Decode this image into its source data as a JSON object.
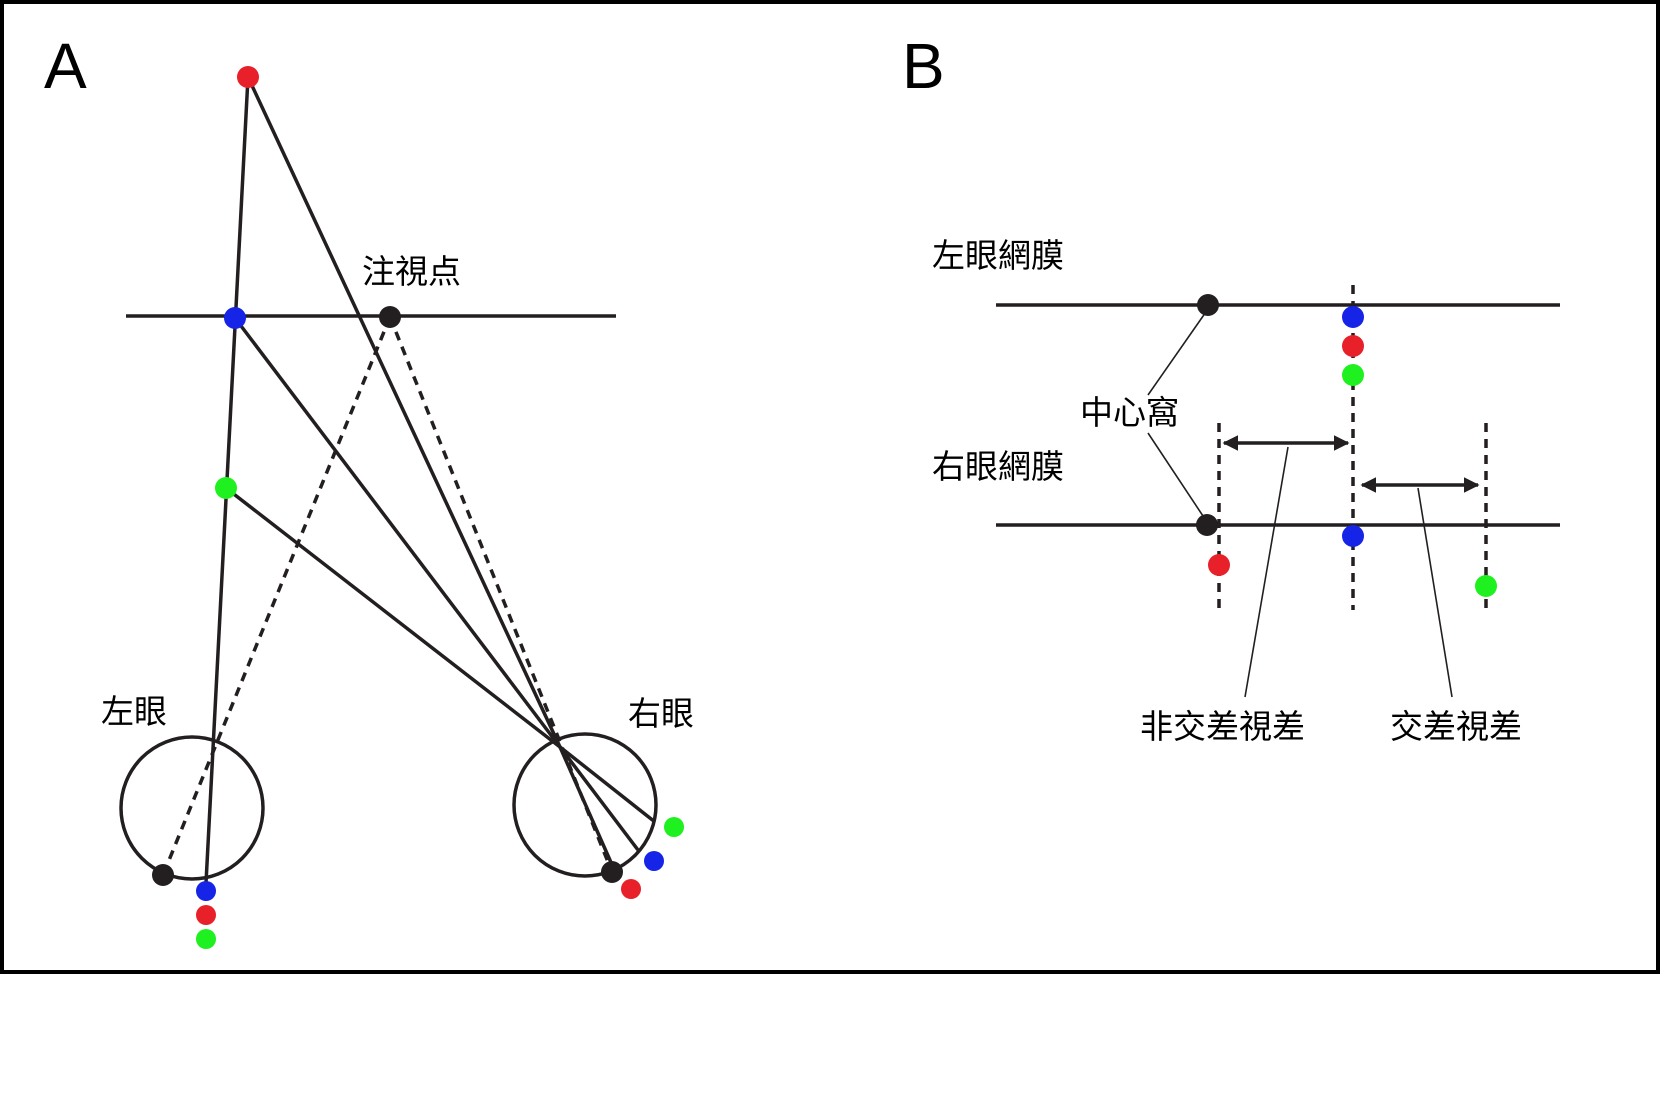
{
  "panel_a": {
    "label": "A",
    "fixation_label": "注視点",
    "left_eye_label": "左眼",
    "right_eye_label": "右眼"
  },
  "panel_b": {
    "label": "B",
    "left_retina_label": "左眼網膜",
    "right_retina_label": "右眼網膜",
    "fovea_label": "中心窩",
    "uncrossed_disparity_label": "非交差視差",
    "crossed_disparity_label": "交差視差"
  },
  "colors": {
    "red": "#e8202a",
    "blue": "#1524e6",
    "green": "#1ff01f",
    "black": "#231f20"
  }
}
